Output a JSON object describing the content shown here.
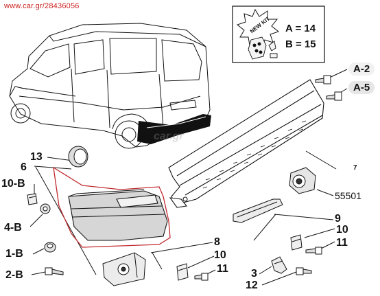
{
  "watermark": "www.car.gr/28436056",
  "kit_box": {
    "badge": "NEW KIT",
    "line_a": "A = 14",
    "line_b": "B = 15"
  },
  "labels": {
    "a2": "A-2",
    "a5": "A-5",
    "n7": "7",
    "n55501": "55501",
    "n13": "13",
    "n6": "6",
    "n10b": "10-B",
    "n4b": "4-B",
    "n1b": "1-B",
    "n2b": "2-B",
    "n8": "8",
    "n10_lower": "10",
    "n11_lower": "11",
    "n9": "9",
    "n10_right": "10",
    "n11_right": "11",
    "n3": "3",
    "n12": "12"
  },
  "colors": {
    "line": "#111111",
    "highlight_outline": "#c0282d",
    "watermark": "#cc2222"
  }
}
